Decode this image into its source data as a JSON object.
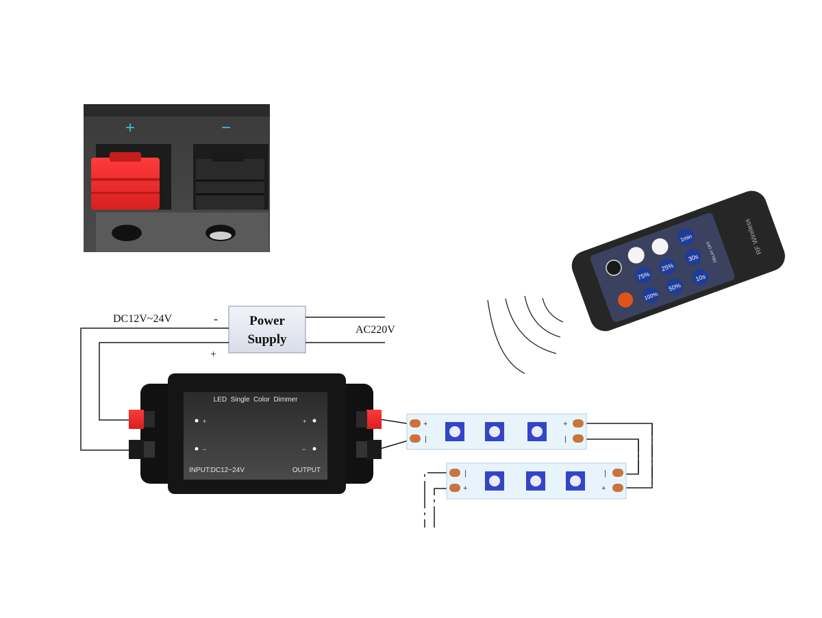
{
  "terminal_photo": {
    "plus_mark": "+",
    "minus_mark": "−"
  },
  "power_supply": {
    "title_line1": "Power",
    "title_line2": "Supply",
    "dc_label": "DC12V~24V",
    "ac_label": "AC220V",
    "minus_sign": "-",
    "plus_sign": "+"
  },
  "dimmer": {
    "title": "LED  Single  Color  Dimmer",
    "input_label": "INPUT:DC12~24V",
    "output_label": "OUTPUT",
    "plus": "+",
    "minus": "−"
  },
  "strips": {
    "plus": "+",
    "minus": "|"
  },
  "remote": {
    "brand": "RF Wireless",
    "delay_label": "DELAY OFF",
    "buttons": {
      "b75": "75%",
      "b25": "25%",
      "b30s": "30s",
      "b1min": "1min",
      "b100": "100%",
      "b50": "50%",
      "b10s": "10s"
    }
  },
  "colors": {
    "terminal_red": "#ee2a2a",
    "terminal_cyan": "#2fc6d6",
    "led_blue": "#3344c8",
    "pad_orange": "#c9743a",
    "strip_bg": "#e8f4fb",
    "remote_body": "#2a2a2a",
    "remote_button_blue": "#1f3c99",
    "remote_power_orange": "#e0541a"
  }
}
